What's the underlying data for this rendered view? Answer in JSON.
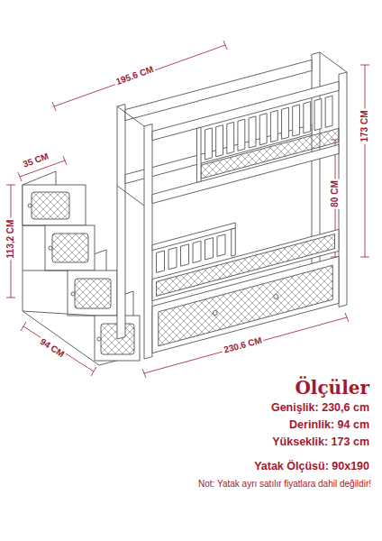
{
  "diagram": {
    "title": "Ölçüler",
    "labels": [
      "195.6 CM",
      "173 CM",
      "80 CM",
      "35 CM",
      "113,2 CM",
      "94 CM",
      "230.6 CM",
      "Genişlik: 230,6 cm",
      "Derinlik: 94 cm",
      "Yükseklik: 173 cm",
      "Yatak Ölçüsü: 90x190",
      "Not: Yatak ayrı satılır fiyatlara dahil değildir!"
    ]
  }
}
